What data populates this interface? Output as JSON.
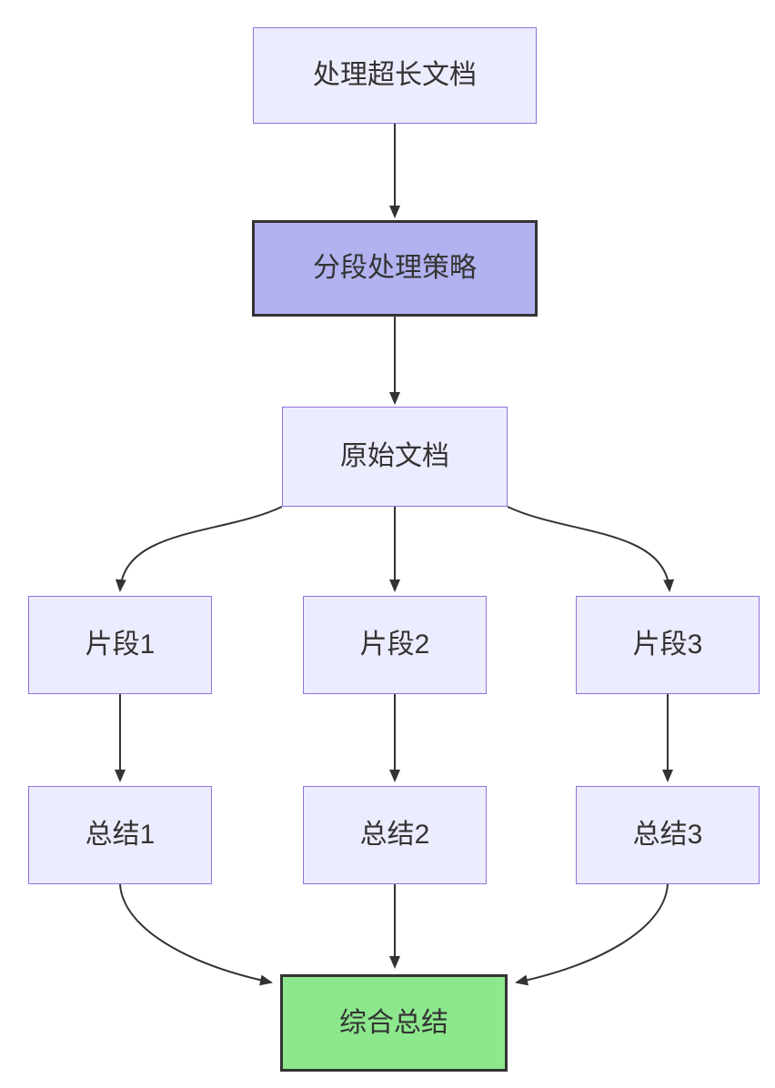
{
  "diagram": {
    "type": "flowchart",
    "direction": "top-down",
    "nodes": [
      {
        "id": "A",
        "label": "处理超长文档",
        "style": "default"
      },
      {
        "id": "B",
        "label": "分段处理策略",
        "style": "highlight"
      },
      {
        "id": "C",
        "label": "原始文档",
        "style": "default"
      },
      {
        "id": "D1",
        "label": "片段1",
        "style": "default"
      },
      {
        "id": "D2",
        "label": "片段2",
        "style": "default"
      },
      {
        "id": "D3",
        "label": "片段3",
        "style": "default"
      },
      {
        "id": "E1",
        "label": "总结1",
        "style": "default"
      },
      {
        "id": "E2",
        "label": "总结2",
        "style": "default"
      },
      {
        "id": "E3",
        "label": "总结3",
        "style": "default"
      },
      {
        "id": "F",
        "label": "综合总结",
        "style": "success"
      }
    ],
    "edges": [
      {
        "from": "A",
        "to": "B"
      },
      {
        "from": "B",
        "to": "C"
      },
      {
        "from": "C",
        "to": "D1"
      },
      {
        "from": "C",
        "to": "D2"
      },
      {
        "from": "C",
        "to": "D3"
      },
      {
        "from": "D1",
        "to": "E1"
      },
      {
        "from": "D2",
        "to": "E2"
      },
      {
        "from": "D3",
        "to": "E3"
      },
      {
        "from": "E1",
        "to": "F"
      },
      {
        "from": "E2",
        "to": "F"
      },
      {
        "from": "E3",
        "to": "F"
      }
    ],
    "colors": {
      "node_fill": "#ECECFF",
      "node_border": "#9370DB",
      "highlight_fill": "#B2B2F0",
      "highlight_border": "#333333",
      "success_fill": "#8DE88D",
      "success_border": "#333333",
      "edge": "#333333",
      "text": "#333333",
      "background": "#FFFFFF"
    }
  }
}
